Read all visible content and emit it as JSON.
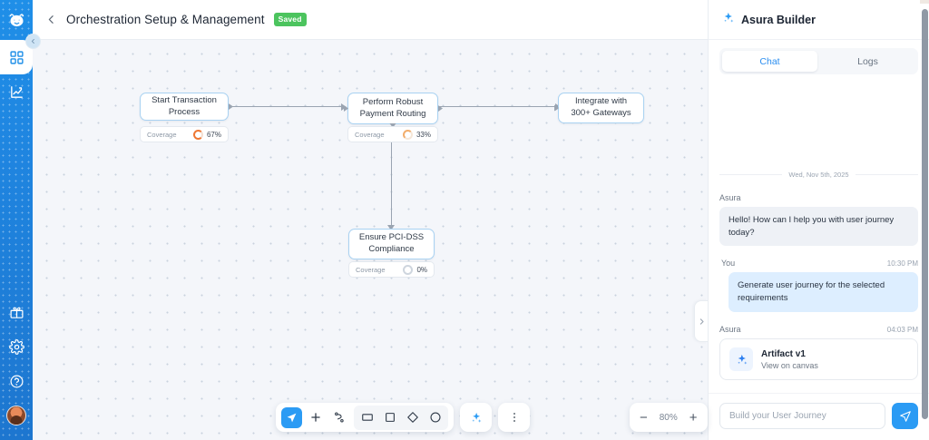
{
  "sidebar": {
    "logo_icon": "tiger-logo-icon",
    "items": [
      {
        "icon": "grid-dashboard-icon",
        "active": true
      },
      {
        "icon": "trending-up-icon",
        "active": false
      }
    ],
    "bottom_items": [
      {
        "icon": "gift-icon"
      },
      {
        "icon": "gear-icon"
      },
      {
        "icon": "help-circle-icon"
      },
      {
        "icon": "avatar"
      }
    ],
    "collapse_icon": "chevron-left-icon"
  },
  "topbar": {
    "back_icon": "chevron-left-icon",
    "title": "Orchestration Setup & Management",
    "status_badge": "Saved",
    "badge_color": "#4cc45e"
  },
  "canvas": {
    "panel_handle_icon": "chevron-right-icon",
    "nodes": [
      {
        "id": "n1",
        "label": "Start Transaction Process",
        "coverage_label": "Coverage",
        "coverage_value": "67%",
        "coverage_color": "#ee7733"
      },
      {
        "id": "n2",
        "label": "Perform Robust Payment Routing",
        "coverage_label": "Coverage",
        "coverage_value": "33%",
        "coverage_color": "#f0a050"
      },
      {
        "id": "n3",
        "label": "Integrate with 300+ Gateways"
      },
      {
        "id": "n4",
        "label": "Ensure PCI-DSS Compliance",
        "coverage_label": "Coverage",
        "coverage_value": "0%",
        "coverage_color": "#c7ced8"
      }
    ]
  },
  "toolbar": {
    "tools": [
      {
        "name": "cursor-select-tool",
        "icon": "cursor-arrow-icon",
        "active": true
      },
      {
        "name": "add-node-tool",
        "icon": "plus-icon",
        "active": false
      },
      {
        "name": "connector-tool",
        "icon": "connector-icon",
        "active": false
      }
    ],
    "shapes": [
      {
        "name": "rectangle-shape-tool",
        "icon": "rectangle-icon"
      },
      {
        "name": "square-shape-tool",
        "icon": "square-icon"
      },
      {
        "name": "diamond-shape-tool",
        "icon": "diamond-icon"
      },
      {
        "name": "circle-shape-tool",
        "icon": "circle-icon"
      }
    ],
    "ai_tool": {
      "name": "ai-sparkle-tool",
      "icon": "sparkle-icon"
    },
    "more_tool": {
      "name": "more-options-tool",
      "icon": "dots-vertical-icon"
    }
  },
  "zoom": {
    "minus_label": "−",
    "value": "80%",
    "plus_label": "+"
  },
  "panel": {
    "icon": "sparkle-icon",
    "title": "Asura Builder",
    "tabs": [
      {
        "label": "Chat",
        "active": true
      },
      {
        "label": "Logs",
        "active": false
      }
    ],
    "day_separator": "Wed, Nov 5th, 2025",
    "messages": [
      {
        "author": "Asura",
        "time": "",
        "text": "Hello! How can I help you with user journey today?",
        "role": "assistant"
      },
      {
        "author": "You",
        "time": "10:30 PM",
        "text": "Generate user journey for the selected requirements",
        "role": "user"
      }
    ],
    "artifact_message": {
      "author": "Asura",
      "time": "04:03 PM",
      "icon": "sparkle-icon",
      "title": "Artifact v1",
      "subtitle": "View on canvas"
    },
    "composer": {
      "placeholder": "Build your User Journey",
      "send_icon": "send-paper-plane-icon"
    }
  }
}
